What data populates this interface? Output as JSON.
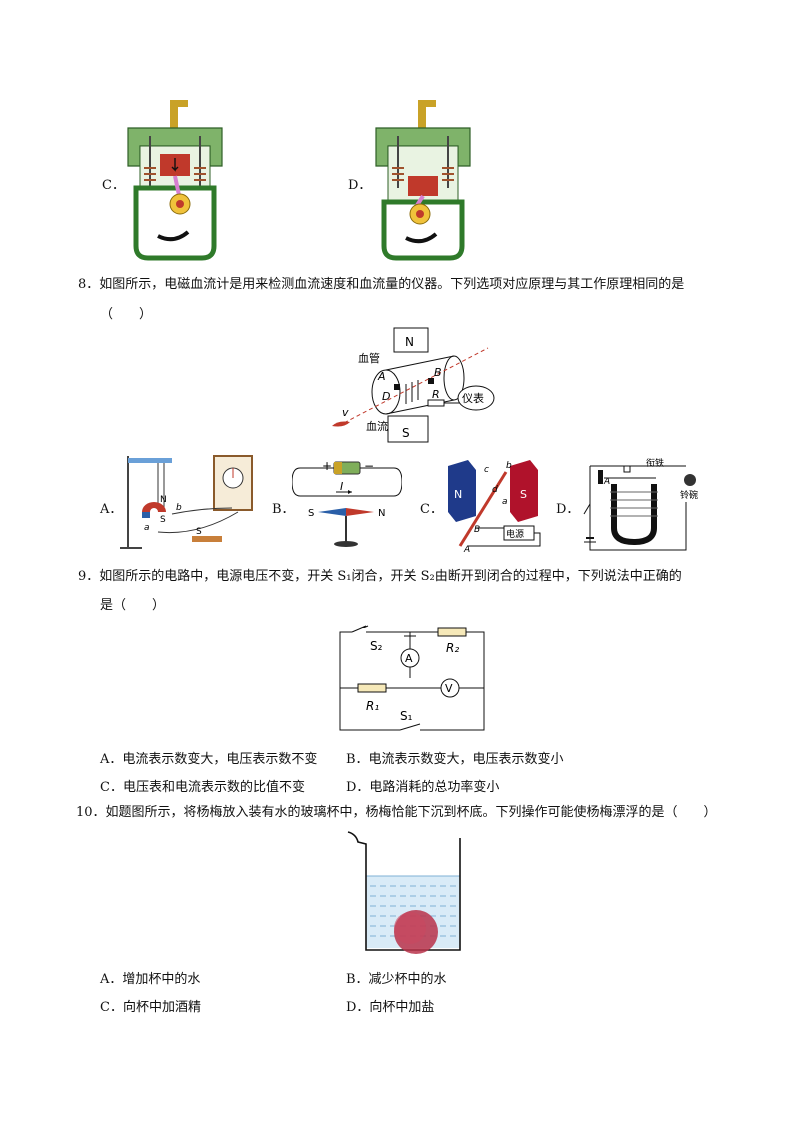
{
  "q7": {
    "opt_c": "C．",
    "opt_d": "D．"
  },
  "q8": {
    "stem": "8．如图所示，电磁血流计是用来检测血流速度和血流量的仪器。下列选项对应原理与其工作原理相同的是",
    "paren": "（　　）",
    "fig_labels": {
      "n": "N",
      "s": "S",
      "vessel": "血管",
      "flow": "血流",
      "a": "A",
      "b": "B",
      "d": "D",
      "r": "R",
      "v": "v",
      "meter": "仪表"
    },
    "options": {
      "a": "A．",
      "b": "B．",
      "c": "C．",
      "d": "D．",
      "a_labels": {
        "n": "N",
        "s": "S",
        "a": "a",
        "b": "b",
        "s2": "S"
      },
      "b_labels": {
        "plus": "+",
        "minus": "−",
        "i": "I",
        "s": "S",
        "n": "N"
      },
      "c_labels": {
        "n": "N",
        "s": "S",
        "a": "a",
        "b": "b",
        "c": "c",
        "d": "d",
        "bb": "B",
        "aa": "A",
        "power": "电源"
      },
      "d_labels": {
        "a": "A",
        "iron": "衔铁",
        "bell": "铃碗"
      }
    }
  },
  "q9": {
    "stem": "9．如图所示的电路中，电源电压不变，开关 S₁闭合，开关 S₂由断开到闭合的过程中，下列说法中正确的",
    "stem2": "是（　　）",
    "fig_labels": {
      "s2": "S₂",
      "r2": "R₂",
      "a": "A",
      "v": "V",
      "r1": "R₁",
      "s1": "S₁"
    },
    "options": {
      "a": "A．电流表示数变大，电压表示数不变",
      "b": "B．电流表示数变大，电压表示数变小",
      "c": "C．电压表和电流表示数的比值不变",
      "d": "D．电路消耗的总功率变小"
    }
  },
  "q10": {
    "stem": "10．如题图所示，将杨梅放入装有水的玻璃杯中，杨梅恰能下沉到杯底。下列操作可能使杨梅漂浮的是（　　）",
    "options": {
      "a": "A．增加杯中的水",
      "b": "B．减少杯中的水",
      "c": "C．向杯中加酒精",
      "d": "D．向杯中加盐"
    }
  }
}
